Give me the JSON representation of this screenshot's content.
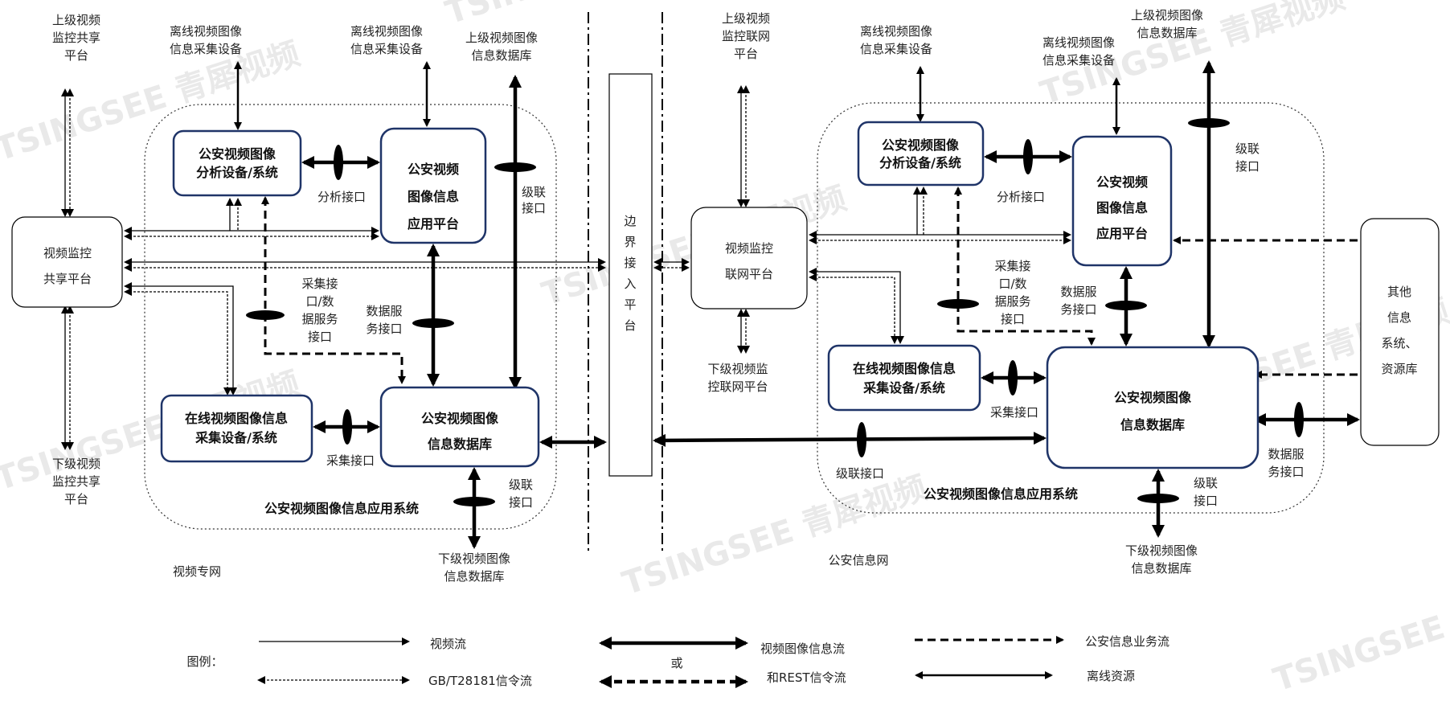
{
  "watermark": "TSINGSEE 青犀视频",
  "left": {
    "top_share": [
      "上级视频",
      "监控共享",
      "平台"
    ],
    "bottom_share": [
      "下级视频",
      "监控共享",
      "平台"
    ],
    "share_platform": [
      "视频监控",
      "共享平台"
    ],
    "offline1": [
      "离线视频图像",
      "信息采集设备"
    ],
    "offline2": [
      "离线视频图像",
      "信息采集设备"
    ],
    "upper_db": [
      "上级视频图像",
      "信息数据库"
    ],
    "analysis": [
      "公安视频图像",
      "分析设备/系统"
    ],
    "app_platform": [
      "公安视频",
      "图像信息",
      "应用平台"
    ],
    "online": [
      "在线视频图像信息",
      "采集设备/系统"
    ],
    "database": [
      "公安视频图像",
      "信息数据库"
    ],
    "analysis_if": "分析接口",
    "cascade_if": [
      "级联",
      "接口"
    ],
    "collect_if": [
      "采集接",
      "口/数",
      "据服务",
      "接口"
    ],
    "data_service_if": [
      "数据服",
      "务接口"
    ],
    "collect_if2": "采集接口",
    "cascade_if2": [
      "级联",
      "接口"
    ],
    "lower_db": [
      "下级视频图像",
      "信息数据库"
    ],
    "system_label": "公安视频图像信息应用系统",
    "network_label": "视频专网"
  },
  "center": {
    "boundary": [
      "边",
      "界",
      "接",
      "入",
      "平",
      "台"
    ]
  },
  "right": {
    "top_net": [
      "上级视频",
      "监控联网",
      "平台"
    ],
    "bottom_net": [
      "下级视频监",
      "控联网平台"
    ],
    "net_platform": [
      "视频监控",
      "联网平台"
    ],
    "offline1": [
      "离线视频图像",
      "信息采集设备"
    ],
    "offline2": [
      "离线视频图像",
      "信息采集设备"
    ],
    "upper_db": [
      "上级视频图像",
      "信息数据库"
    ],
    "analysis": [
      "公安视频图像",
      "分析设备/系统"
    ],
    "app_platform": [
      "公安视频",
      "图像信息",
      "应用平台"
    ],
    "online": [
      "在线视频图像信息",
      "采集设备/系统"
    ],
    "database": [
      "公安视频图像",
      "信息数据库"
    ],
    "other": [
      "其他",
      "信息",
      "系统、",
      "资源库"
    ],
    "analysis_if": "分析接口",
    "cascade_if": [
      "级联",
      "接口"
    ],
    "collect_if": [
      "采集接",
      "口/数",
      "据服务",
      "接口"
    ],
    "data_service_if": [
      "数据服",
      "务接口"
    ],
    "collect_if2": "采集接口",
    "cascade_if_bottom": "级联接口",
    "cascade_if2": [
      "级联",
      "接口"
    ],
    "data_service_if2": [
      "数据服",
      "务接口"
    ],
    "lower_db": [
      "下级视频图像",
      "信息数据库"
    ],
    "system_label": "公安视频图像信息应用系统",
    "network_label": "公安信息网"
  },
  "legend": {
    "title": "图例：",
    "video_stream": "视频流",
    "signal_stream": "GB/T28181信令流",
    "image_info_stream": "视频图像信息流",
    "or": "或",
    "rest_stream": "和REST信令流",
    "business_stream": "公安信息业务流",
    "offline_resource": "离线资源"
  }
}
